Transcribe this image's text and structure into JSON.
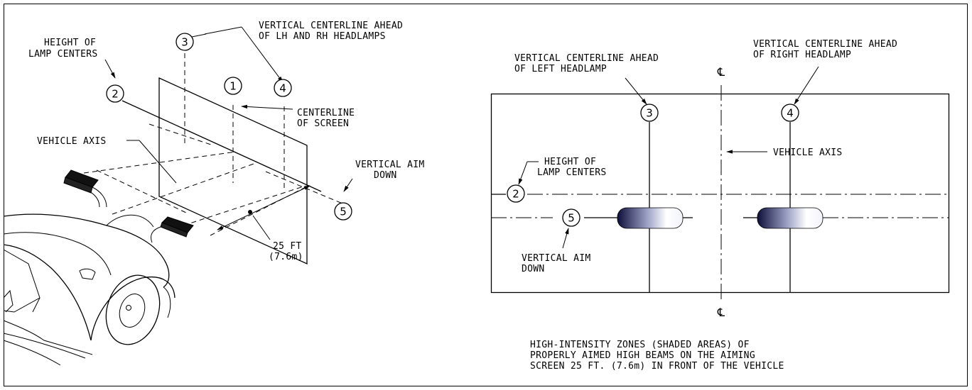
{
  "left_diagram": {
    "label_height_of_lamp_centers_1": "HEIGHT OF",
    "label_height_of_lamp_centers_2": "LAMP CENTERS",
    "label_vertical_centerline_lh_rh_1": "VERTICAL CENTERLINE AHEAD",
    "label_vertical_centerline_lh_rh_2": "OF LH AND RH HEADLAMPS",
    "label_centerline_of_screen_1": "CENTERLINE",
    "label_centerline_of_screen_2": "OF SCREEN",
    "label_vehicle_axis": "VEHICLE AXIS",
    "label_vertical_aim_down_1": "VERTICAL AIM",
    "label_vertical_aim_down_2": "DOWN",
    "label_distance_1": "25 FT",
    "label_distance_2": "(7.6m)",
    "callouts": [
      "1",
      "2",
      "3",
      "4",
      "5"
    ]
  },
  "right_diagram": {
    "label_left_headlamp_1": "VERTICAL CENTERLINE AHEAD",
    "label_left_headlamp_2": "OF LEFT HEADLAMP",
    "label_right_headlamp_1": "VERTICAL CENTERLINE AHEAD",
    "label_right_headlamp_2": "OF RIGHT HEADLAMP",
    "label_vehicle_axis": "VEHICLE AXIS",
    "label_height_of_lamp_centers_1": "HEIGHT OF",
    "label_height_of_lamp_centers_2": "LAMP CENTERS",
    "label_vertical_aim_down_1": "VERTICAL AIM",
    "label_vertical_aim_down_2": "DOWN",
    "centerline_symbol": "℄",
    "callouts": [
      "2",
      "3",
      "4",
      "5"
    ],
    "caption_1": "HIGH-INTENSITY ZONES (SHADED AREAS) OF",
    "caption_2": "PROPERLY AIMED HIGH BEAMS ON THE AIMING",
    "caption_3": "SCREEN 25 FT. (7.6m) IN FRONT OF THE VEHICLE"
  }
}
